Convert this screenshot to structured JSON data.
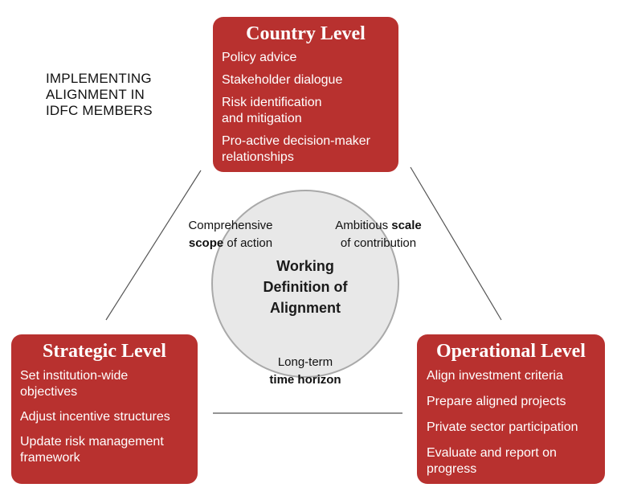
{
  "heading": {
    "lines": [
      "IMPLEMENTING",
      "ALIGNMENT IN",
      "IDFC MEMBERS"
    ]
  },
  "center": {
    "title_lines": [
      "Working",
      "Definition of",
      "Alignment"
    ]
  },
  "dimensions": {
    "scope": {
      "line1": "Comprehensive",
      "bold": "scope",
      "rest": " of action"
    },
    "scale": {
      "pre": "Ambitious ",
      "bold": "scale",
      "line2": "of contribution"
    },
    "time": {
      "line1": "Long-term",
      "bold": "time horizon"
    }
  },
  "levels": {
    "country": {
      "title": "Country Level",
      "items": [
        {
          "lines": [
            "Policy advice"
          ]
        },
        {
          "lines": [
            "Stakeholder dialogue"
          ]
        },
        {
          "lines": [
            "Risk identification",
            "and mitigation"
          ]
        },
        {
          "lines": [
            "Pro-active decision-maker",
            "relationships"
          ]
        }
      ]
    },
    "strategic": {
      "title": "Strategic Level",
      "items": [
        {
          "lines": [
            "Set institution-wide",
            "objectives"
          ]
        },
        {
          "lines": [
            "Adjust incentive structures"
          ]
        },
        {
          "lines": [
            "Update risk management",
            "framework"
          ]
        }
      ]
    },
    "operational": {
      "title": "Operational Level",
      "items": [
        {
          "lines": [
            "Align investment criteria"
          ]
        },
        {
          "lines": [
            "Prepare aligned projects"
          ]
        },
        {
          "lines": [
            "Private sector participation"
          ]
        },
        {
          "lines": [
            "Evaluate and report on",
            "progress"
          ]
        }
      ]
    }
  },
  "colors": {
    "card_fill": "#b8312f",
    "card_text": "#ffffff",
    "circle_fill": "#e8e8e8",
    "circle_border": "#a9a9a9",
    "connector": "#555555"
  }
}
